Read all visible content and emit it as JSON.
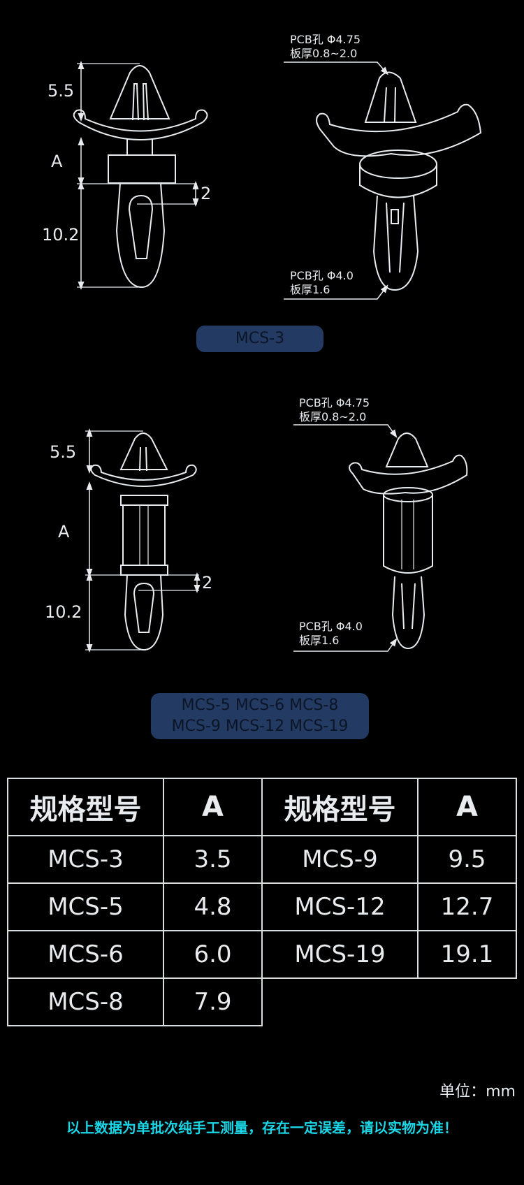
{
  "section1": {
    "dims": {
      "top": "5.5",
      "middle": "A",
      "bottom": "10.2",
      "slot": "2"
    },
    "upper_note": {
      "line1": "PCB孔 Φ4.75",
      "line2": "板厚0.8~2.0"
    },
    "lower_note": {
      "line1": "PCB孔 Φ4.0",
      "line2": "板厚1.6"
    },
    "model_label": "MCS-3"
  },
  "section2": {
    "dims": {
      "top": "5.5",
      "middle": "A",
      "bottom": "10.2",
      "slot": "2"
    },
    "upper_note": {
      "line1": "PCB孔 Φ4.75",
      "line2": "板厚0.8~2.0"
    },
    "lower_note": {
      "line1": "PCB孔 Φ4.0",
      "line2": "板厚1.6"
    },
    "model_label_line1": "MCS-5  MCS-6  MCS-8",
    "model_label_line2": "MCS-9  MCS-12  MCS-19"
  },
  "table": {
    "headers": [
      "规格型号",
      "A",
      "规格型号",
      "A"
    ],
    "rows": [
      [
        "MCS-3",
        "3.5",
        "MCS-9",
        "9.5"
      ],
      [
        "MCS-5",
        "4.8",
        "MCS-12",
        "12.7"
      ],
      [
        "MCS-6",
        "6.0",
        "MCS-19",
        "19.1"
      ],
      [
        "MCS-8",
        "7.9",
        "",
        ""
      ]
    ]
  },
  "unit": "单位：mm",
  "disclaimer": "以上数据为单批次纯手工测量，存在一定误差，请以实物为准！",
  "colors": {
    "background": "#000000",
    "line": "#e8ecef",
    "pill": "#233a63",
    "disclaimer": "#1ad6e6"
  }
}
